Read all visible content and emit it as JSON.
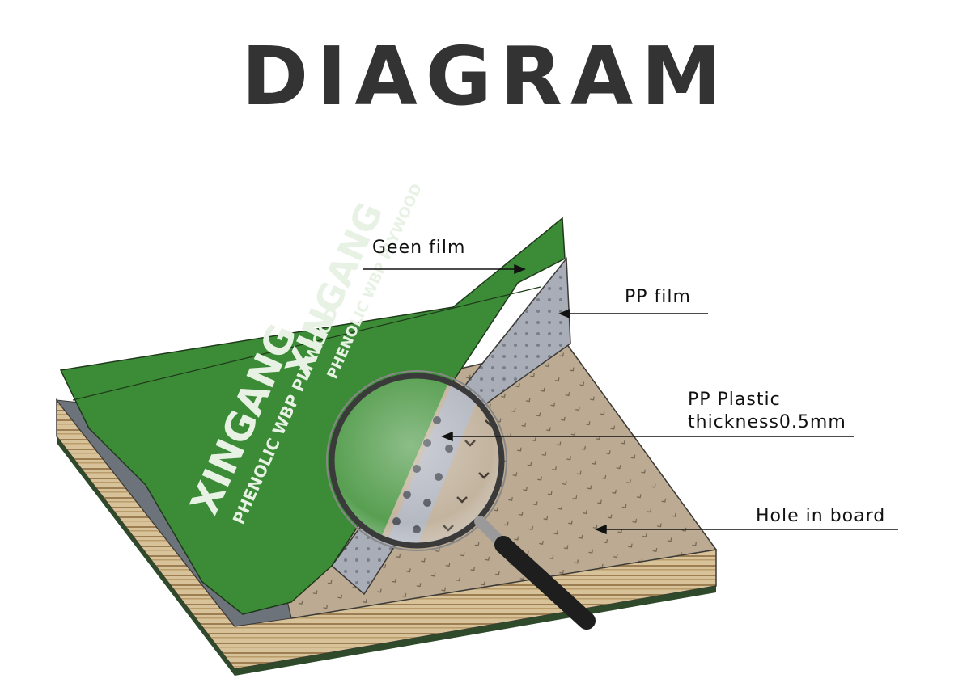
{
  "title": "DIAGRAM",
  "brand": {
    "logo": "XINGANG",
    "tagline": "PHENOLIC WBP PLYWOOD"
  },
  "labels": {
    "green_film": "Geen film",
    "pp_film": "PP film",
    "pp_plastic_line1": "PP Plastic",
    "pp_plastic_line2": "thickness0.5mm",
    "hole_in_board": "Hole in board"
  },
  "colors": {
    "green_film": "#3c8c37",
    "pp_film": "#a8adb8",
    "board_top": "#bcab92",
    "plywood_edge": "#d8c29a",
    "grey_layer": "#6d737b",
    "title": "#333333"
  }
}
